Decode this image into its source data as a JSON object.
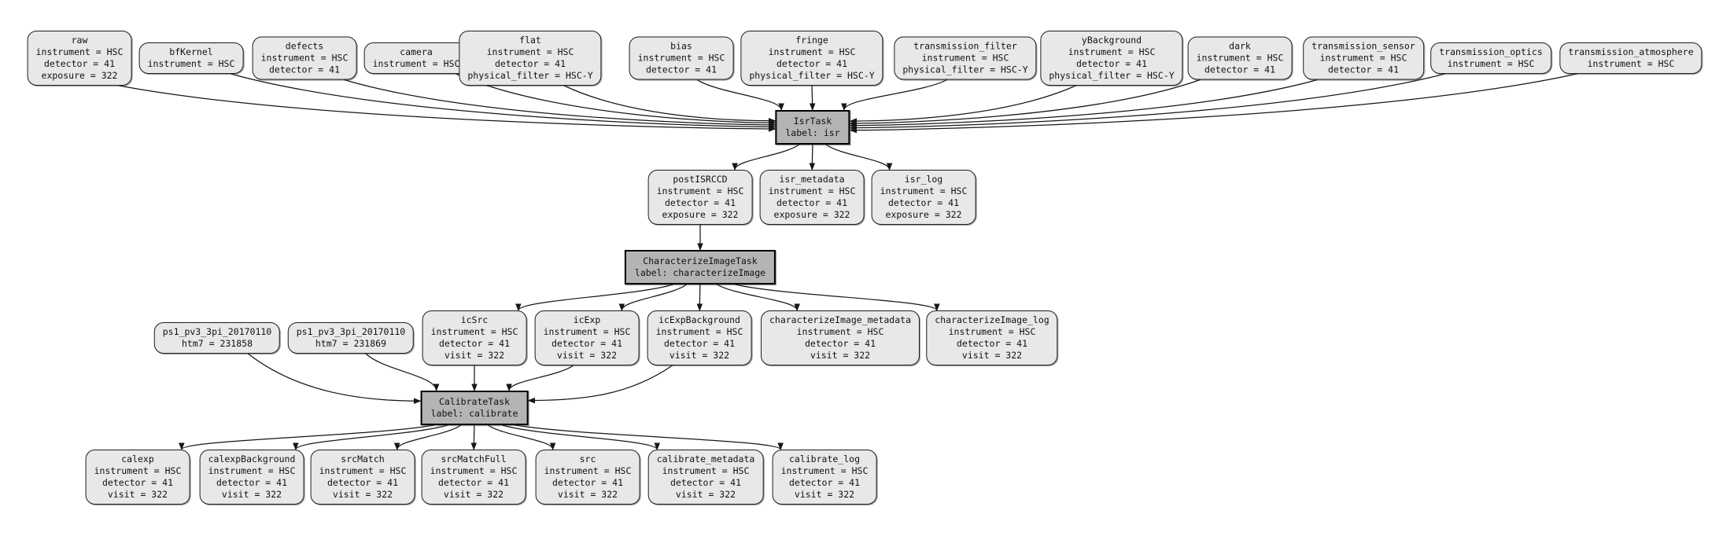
{
  "diagram": {
    "kind": "pipeline-dag",
    "background": "#ffffff",
    "colors": {
      "dataset_fill": "#e8e8e8",
      "task_fill": "#b4b4b4",
      "border": "#1c1c1c",
      "edge": "#161616",
      "text": "#111111"
    },
    "nodes": [
      {
        "id": "raw",
        "kind": "dataset",
        "title": "raw",
        "attrs": [
          "instrument = HSC",
          "detector = 41",
          "exposure = 322"
        ]
      },
      {
        "id": "bfKernel",
        "kind": "dataset",
        "title": "bfKernel",
        "attrs": [
          "instrument = HSC"
        ]
      },
      {
        "id": "defects",
        "kind": "dataset",
        "title": "defects",
        "attrs": [
          "instrument = HSC",
          "detector = 41"
        ]
      },
      {
        "id": "camera",
        "kind": "dataset",
        "title": "camera",
        "attrs": [
          "instrument = HSC"
        ]
      },
      {
        "id": "flat",
        "kind": "dataset",
        "title": "flat",
        "attrs": [
          "instrument = HSC",
          "detector = 41",
          "physical_filter = HSC-Y"
        ]
      },
      {
        "id": "bias",
        "kind": "dataset",
        "title": "bias",
        "attrs": [
          "instrument = HSC",
          "detector = 41"
        ]
      },
      {
        "id": "fringe",
        "kind": "dataset",
        "title": "fringe",
        "attrs": [
          "instrument = HSC",
          "detector = 41",
          "physical_filter = HSC-Y"
        ]
      },
      {
        "id": "transmission_filter",
        "kind": "dataset",
        "title": "transmission_filter",
        "attrs": [
          "instrument = HSC",
          "physical_filter = HSC-Y"
        ]
      },
      {
        "id": "yBackground",
        "kind": "dataset",
        "title": "yBackground",
        "attrs": [
          "instrument = HSC",
          "detector = 41",
          "physical_filter = HSC-Y"
        ]
      },
      {
        "id": "dark",
        "kind": "dataset",
        "title": "dark",
        "attrs": [
          "instrument = HSC",
          "detector = 41"
        ]
      },
      {
        "id": "transmission_sensor",
        "kind": "dataset",
        "title": "transmission_sensor",
        "attrs": [
          "instrument = HSC",
          "detector = 41"
        ]
      },
      {
        "id": "transmission_optics",
        "kind": "dataset",
        "title": "transmission_optics",
        "attrs": [
          "instrument = HSC"
        ]
      },
      {
        "id": "transmission_atmosphere",
        "kind": "dataset",
        "title": "transmission_atmosphere",
        "attrs": [
          "instrument = HSC"
        ]
      },
      {
        "id": "isr",
        "kind": "task",
        "title": "IsrTask",
        "attrs": [
          "label: isr"
        ]
      },
      {
        "id": "postISRCCD",
        "kind": "dataset",
        "title": "postISRCCD",
        "attrs": [
          "instrument = HSC",
          "detector = 41",
          "exposure = 322"
        ]
      },
      {
        "id": "isr_metadata",
        "kind": "dataset",
        "title": "isr_metadata",
        "attrs": [
          "instrument = HSC",
          "detector = 41",
          "exposure = 322"
        ]
      },
      {
        "id": "isr_log",
        "kind": "dataset",
        "title": "isr_log",
        "attrs": [
          "instrument = HSC",
          "detector = 41",
          "exposure = 322"
        ]
      },
      {
        "id": "characterizeImage",
        "kind": "task",
        "title": "CharacterizeImageTask",
        "attrs": [
          "label: characterizeImage"
        ]
      },
      {
        "id": "ps1_a",
        "kind": "dataset",
        "title": "ps1_pv3_3pi_20170110",
        "attrs": [
          "htm7 = 231858"
        ]
      },
      {
        "id": "ps1_b",
        "kind": "dataset",
        "title": "ps1_pv3_3pi_20170110",
        "attrs": [
          "htm7 = 231869"
        ]
      },
      {
        "id": "icSrc",
        "kind": "dataset",
        "title": "icSrc",
        "attrs": [
          "instrument = HSC",
          "detector = 41",
          "visit = 322"
        ]
      },
      {
        "id": "icExp",
        "kind": "dataset",
        "title": "icExp",
        "attrs": [
          "instrument = HSC",
          "detector = 41",
          "visit = 322"
        ]
      },
      {
        "id": "icExpBackground",
        "kind": "dataset",
        "title": "icExpBackground",
        "attrs": [
          "instrument = HSC",
          "detector = 41",
          "visit = 322"
        ]
      },
      {
        "id": "characterizeImage_metadata",
        "kind": "dataset",
        "title": "characterizeImage_metadata",
        "attrs": [
          "instrument = HSC",
          "detector = 41",
          "visit = 322"
        ]
      },
      {
        "id": "characterizeImage_log",
        "kind": "dataset",
        "title": "characterizeImage_log",
        "attrs": [
          "instrument = HSC",
          "detector = 41",
          "visit = 322"
        ]
      },
      {
        "id": "calibrate",
        "kind": "task",
        "title": "CalibrateTask",
        "attrs": [
          "label: calibrate"
        ]
      },
      {
        "id": "calexp",
        "kind": "dataset",
        "title": "calexp",
        "attrs": [
          "instrument = HSC",
          "detector = 41",
          "visit = 322"
        ]
      },
      {
        "id": "calexpBackground",
        "kind": "dataset",
        "title": "calexpBackground",
        "attrs": [
          "instrument = HSC",
          "detector = 41",
          "visit = 322"
        ]
      },
      {
        "id": "srcMatch",
        "kind": "dataset",
        "title": "srcMatch",
        "attrs": [
          "instrument = HSC",
          "detector = 41",
          "visit = 322"
        ]
      },
      {
        "id": "srcMatchFull",
        "kind": "dataset",
        "title": "srcMatchFull",
        "attrs": [
          "instrument = HSC",
          "detector = 41",
          "visit = 322"
        ]
      },
      {
        "id": "src",
        "kind": "dataset",
        "title": "src",
        "attrs": [
          "instrument = HSC",
          "detector = 41",
          "visit = 322"
        ]
      },
      {
        "id": "calibrate_metadata",
        "kind": "dataset",
        "title": "calibrate_metadata",
        "attrs": [
          "instrument = HSC",
          "detector = 41",
          "visit = 322"
        ]
      },
      {
        "id": "calibrate_log",
        "kind": "dataset",
        "title": "calibrate_log",
        "attrs": [
          "instrument = HSC",
          "detector = 41",
          "visit = 322"
        ]
      }
    ],
    "edges": [
      {
        "from": "raw",
        "to": "isr"
      },
      {
        "from": "bfKernel",
        "to": "isr"
      },
      {
        "from": "defects",
        "to": "isr"
      },
      {
        "from": "camera",
        "to": "isr"
      },
      {
        "from": "flat",
        "to": "isr"
      },
      {
        "from": "bias",
        "to": "isr"
      },
      {
        "from": "fringe",
        "to": "isr"
      },
      {
        "from": "transmission_filter",
        "to": "isr"
      },
      {
        "from": "yBackground",
        "to": "isr"
      },
      {
        "from": "dark",
        "to": "isr"
      },
      {
        "from": "transmission_sensor",
        "to": "isr"
      },
      {
        "from": "transmission_optics",
        "to": "isr"
      },
      {
        "from": "transmission_atmosphere",
        "to": "isr"
      },
      {
        "from": "isr",
        "to": "postISRCCD"
      },
      {
        "from": "isr",
        "to": "isr_metadata"
      },
      {
        "from": "isr",
        "to": "isr_log"
      },
      {
        "from": "postISRCCD",
        "to": "characterizeImage"
      },
      {
        "from": "characterizeImage",
        "to": "icSrc"
      },
      {
        "from": "characterizeImage",
        "to": "icExp"
      },
      {
        "from": "characterizeImage",
        "to": "icExpBackground"
      },
      {
        "from": "characterizeImage",
        "to": "characterizeImage_metadata"
      },
      {
        "from": "characterizeImage",
        "to": "characterizeImage_log"
      },
      {
        "from": "ps1_a",
        "to": "calibrate"
      },
      {
        "from": "ps1_b",
        "to": "calibrate"
      },
      {
        "from": "icSrc",
        "to": "calibrate"
      },
      {
        "from": "icExp",
        "to": "calibrate"
      },
      {
        "from": "icExpBackground",
        "to": "calibrate"
      },
      {
        "from": "calibrate",
        "to": "calexp"
      },
      {
        "from": "calibrate",
        "to": "calexpBackground"
      },
      {
        "from": "calibrate",
        "to": "srcMatch"
      },
      {
        "from": "calibrate",
        "to": "srcMatchFull"
      },
      {
        "from": "calibrate",
        "to": "src"
      },
      {
        "from": "calibrate",
        "to": "calibrate_metadata"
      },
      {
        "from": "calibrate",
        "to": "calibrate_log"
      }
    ]
  }
}
